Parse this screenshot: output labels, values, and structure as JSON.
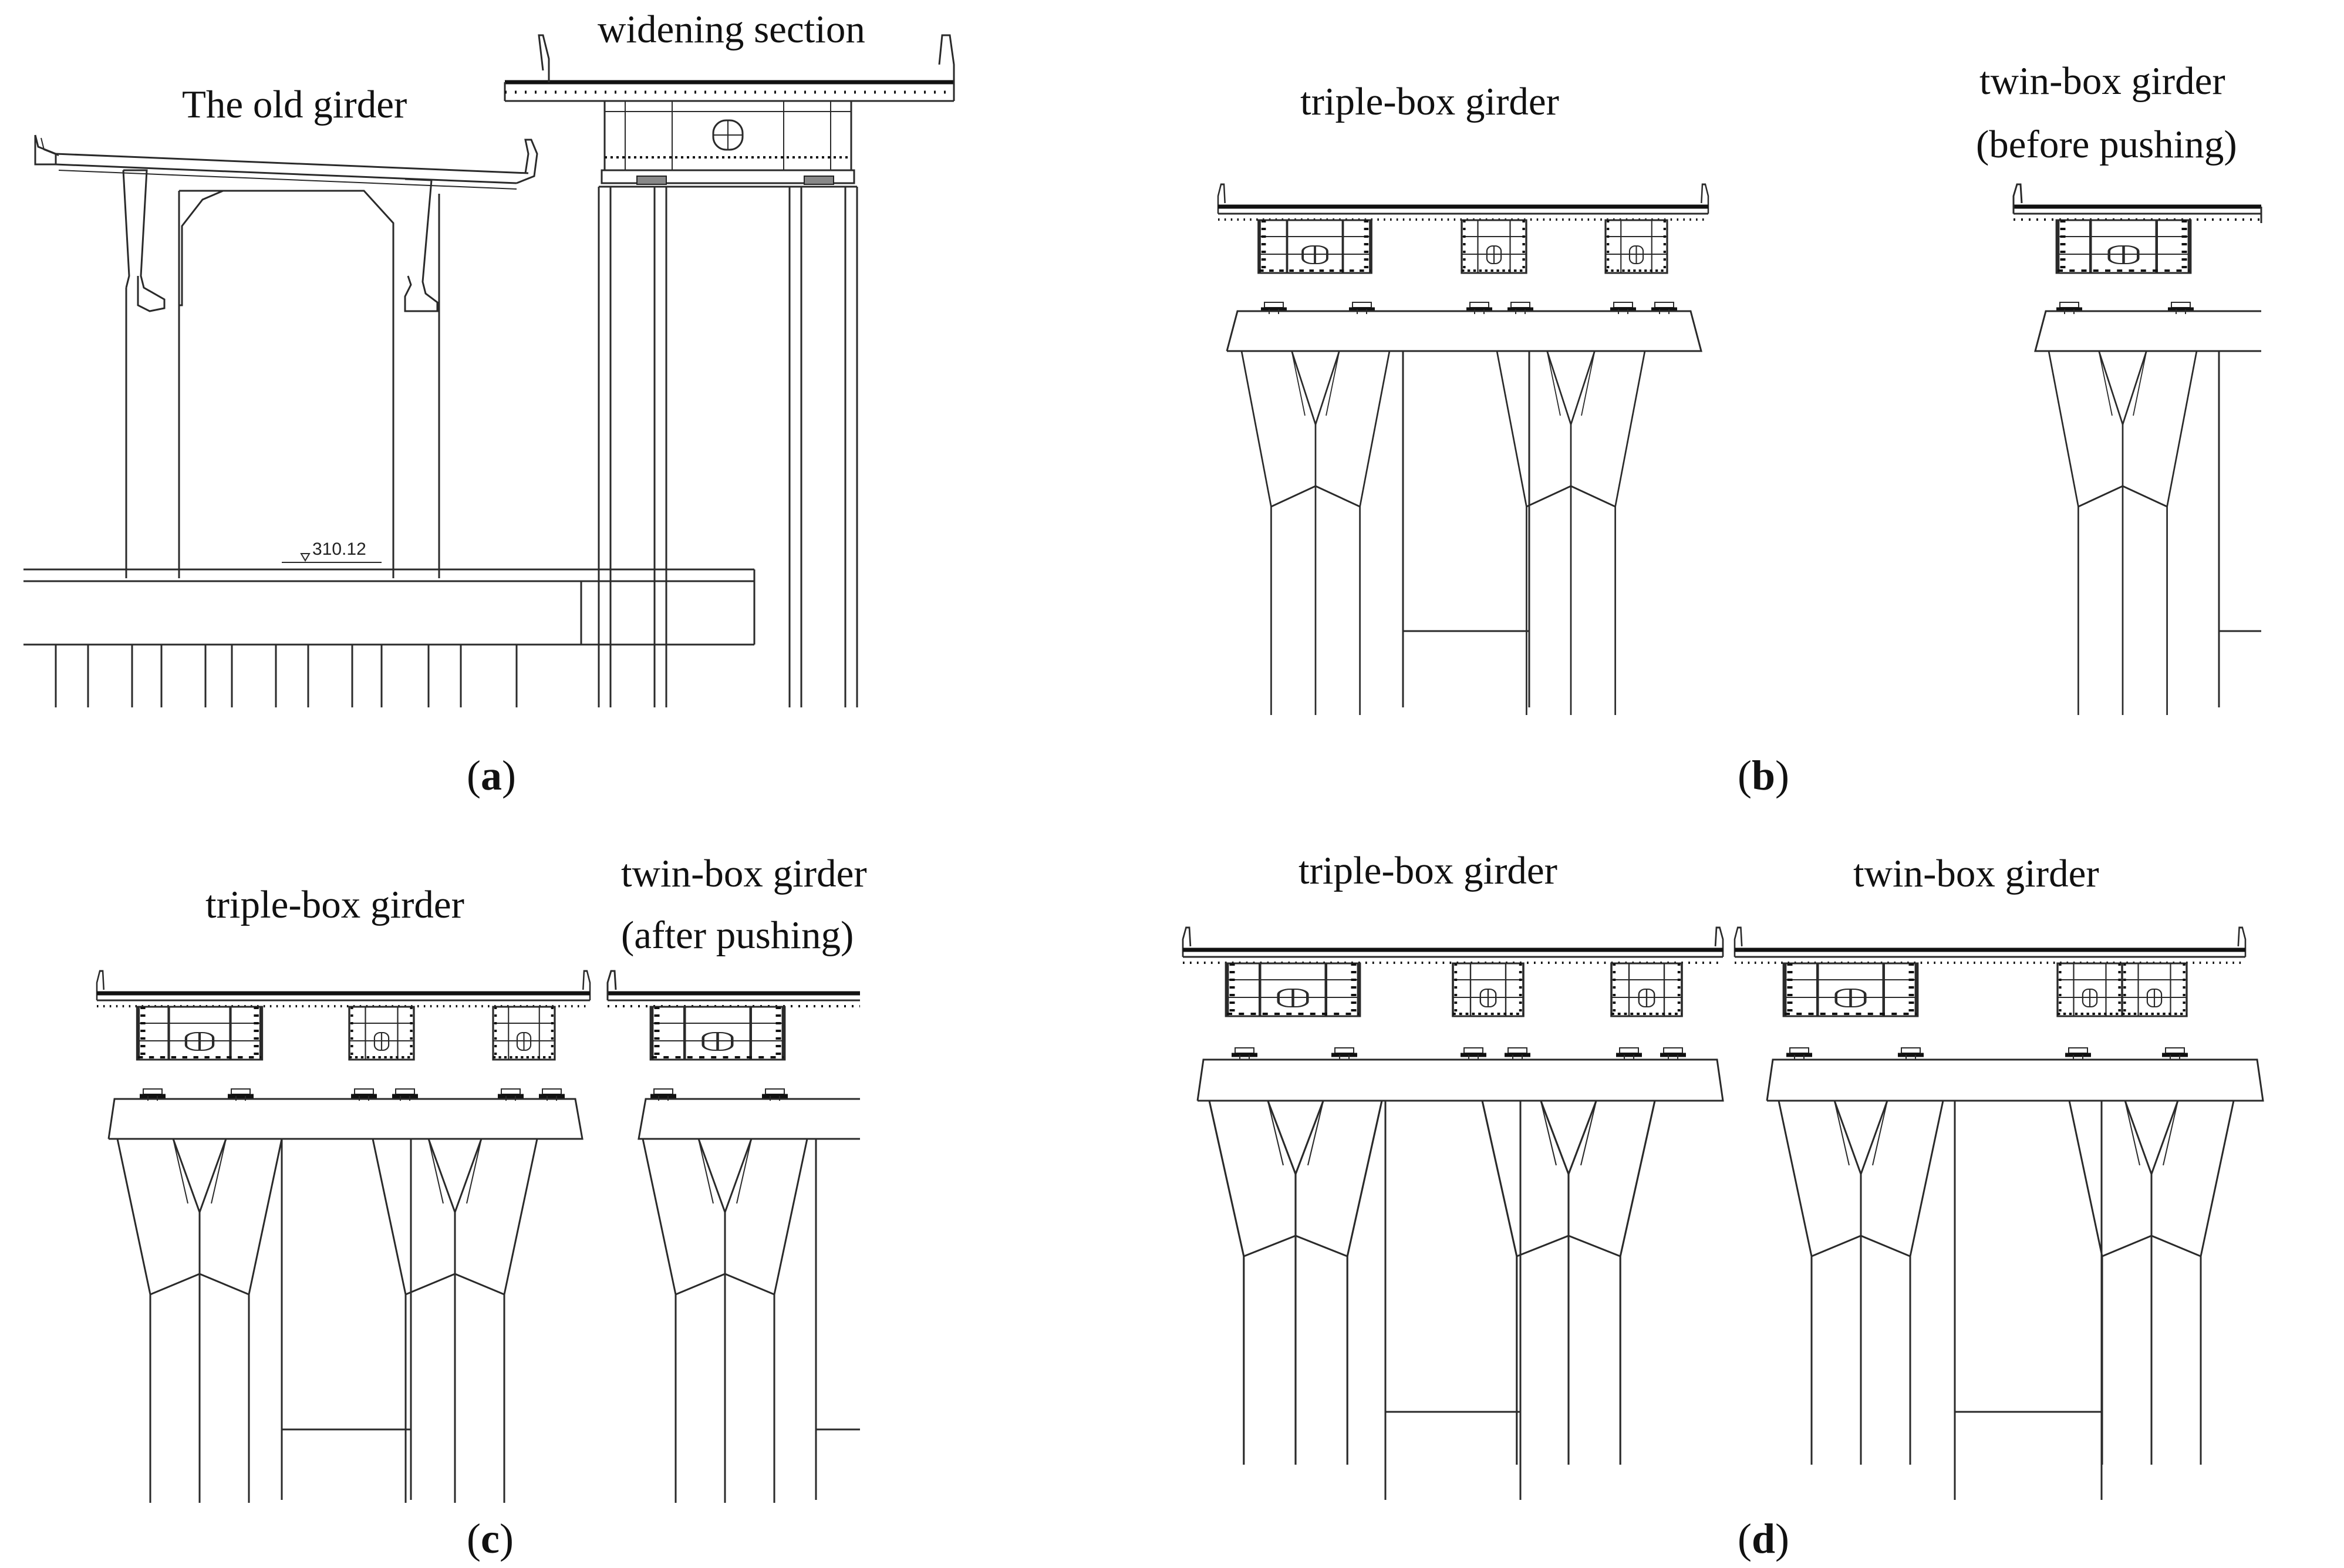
{
  "panels": {
    "a": {
      "caption_letter": "a",
      "label_old": "The old girder",
      "label_widening": "widening section",
      "elevation": "310.12"
    },
    "b": {
      "caption_letter": "b",
      "label_triple": "triple-box girder",
      "label_twin_1": "twin-box girder",
      "label_twin_2": "(before pushing)"
    },
    "c": {
      "caption_letter": "c",
      "label_triple": "triple-box girder",
      "label_twin_1": "twin-box girder",
      "label_twin_2": "(after pushing)"
    },
    "d": {
      "caption_letter": "d",
      "label_triple": "triple-box girder",
      "label_twin": "twin-box girder"
    }
  },
  "caption_parens": {
    "open": "(",
    "close": ")"
  }
}
